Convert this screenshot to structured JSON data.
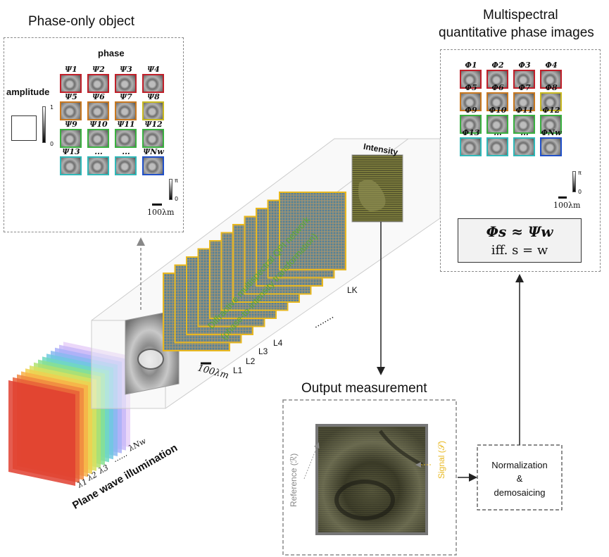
{
  "titles": {
    "phase_object": "Phase-only object",
    "multispectral": "Multispectral",
    "multispectral2": "quantitative phase images",
    "output_measurement": "Output measurement",
    "intensity": "Intensity"
  },
  "left_panel": {
    "phase": "phase",
    "amplitude": "amplitude",
    "amp_top": "1",
    "amp_bottom": "0",
    "scale_top": "π",
    "scale_bottom": "0",
    "scalebar": "100λm",
    "labels": [
      "Ψ1",
      "Ψ2",
      "Ψ3",
      "Ψ4",
      "Ψ5",
      "Ψ6",
      "Ψ7",
      "Ψ8",
      "Ψ9",
      "Ψ10",
      "Ψ11",
      "Ψ12",
      "Ψ13",
      "...",
      "...",
      "ΨNw"
    ]
  },
  "right_panel": {
    "labels": [
      "Φ1",
      "Φ2",
      "Φ3",
      "Φ4",
      "Φ5",
      "Φ6",
      "Φ7",
      "Φ8",
      "Φ9",
      "Φ10",
      "Φ11",
      "Φ12",
      "Φ13",
      "...",
      "...",
      "ΦNw"
    ],
    "scale_top": "π",
    "scale_bottom": "0",
    "scalebar": "100λm",
    "eq_line1": "Φs ≈ Ψw",
    "eq_line2": "iff.  s = w"
  },
  "network": {
    "caption1": "Diffractive multispectral QPI network",
    "caption2": "(phase-to-intensity transformation)",
    "layers": [
      "L1",
      "L2",
      "L3",
      "L4",
      "LK"
    ],
    "dots": "........",
    "scalebar": "100λm"
  },
  "illumination": {
    "label": "Plane wave illumination",
    "wavelengths": [
      "λ1",
      "λ2",
      "λ3",
      "......",
      "λNw"
    ]
  },
  "measurement": {
    "reference": "Reference (ℛ)",
    "signal": "Signal (𝒮)"
  },
  "normalization": {
    "line1": "Normalization",
    "line2": "&",
    "line3": "demosaicing"
  },
  "colors": {
    "red": "#c0202a",
    "orange": "#c87820",
    "yellow": "#c8b820",
    "green": "#3ab040",
    "cyan": "#30b8b8",
    "blue": "#2050c8",
    "network_text": "#5aaa30",
    "signal": "#e8b820",
    "reference": "#888888"
  }
}
